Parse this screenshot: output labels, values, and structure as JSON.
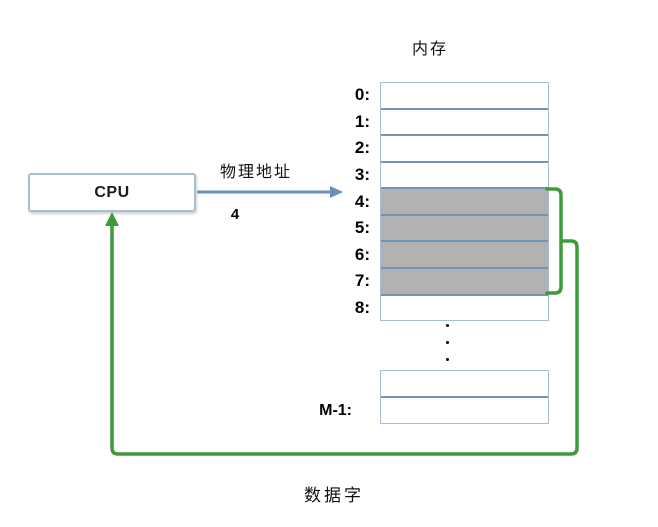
{
  "diagram": {
    "title": "内存",
    "cpu": {
      "label": "CPU"
    },
    "address": {
      "label": "物理地址",
      "value": "4"
    },
    "data_word": {
      "label": "数据字"
    },
    "memory": {
      "rows": [
        {
          "label": "0:",
          "shaded": false
        },
        {
          "label": "1:",
          "shaded": false
        },
        {
          "label": "2:",
          "shaded": false
        },
        {
          "label": "3:",
          "shaded": false
        },
        {
          "label": "4:",
          "shaded": true
        },
        {
          "label": "5:",
          "shaded": true
        },
        {
          "label": "6:",
          "shaded": true
        },
        {
          "label": "7:",
          "shaded": true
        },
        {
          "label": "8:",
          "shaded": false
        }
      ],
      "ellipsis_dots": 3,
      "tail_rows": [
        {
          "label": "",
          "shaded": false
        },
        {
          "label": "M-1:",
          "shaded": false
        }
      ]
    },
    "colors": {
      "green": "#3f9b3a",
      "blue": "#6991bb",
      "shade": "#b2b2b2",
      "row_border": "#6d96bd",
      "table_border": "#a3bdd6",
      "cpu_border": "#a9bdd3"
    }
  }
}
